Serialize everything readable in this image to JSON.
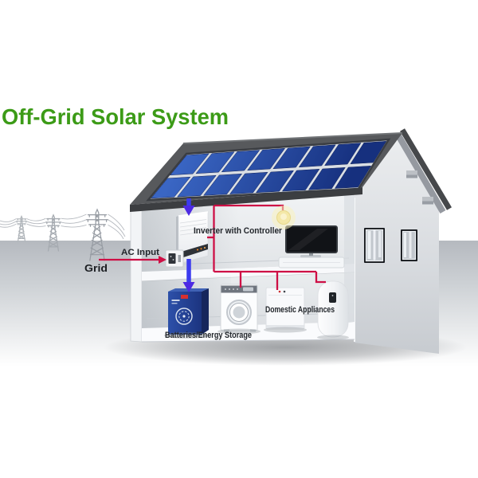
{
  "title": {
    "text": "Off-Grid Solar System",
    "color": "#3c9b17"
  },
  "labels": {
    "grid": "Grid",
    "ac_input": "AC Input",
    "inverter": "Inverter with Controller",
    "domestic_appliances": "Domestic Appliances",
    "batteries": "Batteries/Energy Storage"
  },
  "solar_array": {
    "rows": 2,
    "cols": 8,
    "cell_top": "#3a66c4",
    "cell_bottom": "#16307e"
  },
  "colors": {
    "wire": "#ce0f45",
    "arrow_shaft": "#3b3bef",
    "arrow_head": "#4d2ae3"
  },
  "objects": [
    "power-grid-towers",
    "ac-input-socket",
    "solar-panel-array",
    "inverter-with-controller",
    "battery-storage-unit",
    "washing-machine",
    "dishwasher",
    "water-heater",
    "television",
    "ceiling-light"
  ]
}
